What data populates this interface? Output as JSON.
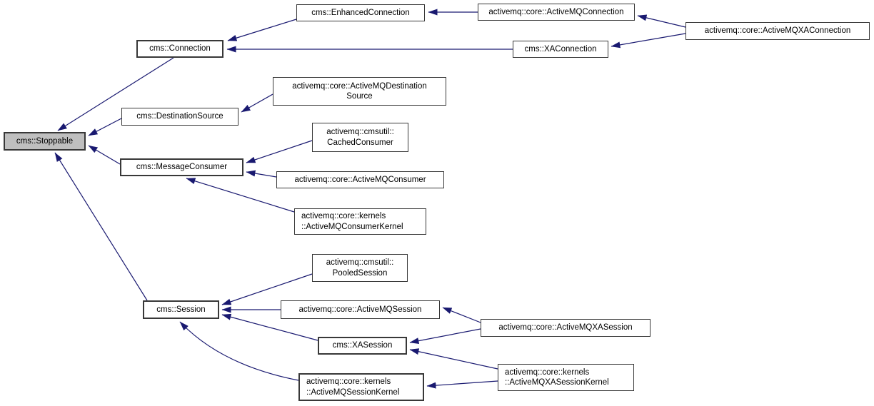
{
  "diagram": {
    "kind": "class-inheritance-graph",
    "root_class": "cms::Stoppable",
    "colors": {
      "arrow": "#191970",
      "node_border": "#383838",
      "highlight_fill": "#bfbfbf",
      "background": "#ffffff"
    },
    "nodes": [
      {
        "id": "stoppable",
        "label": "cms::Stoppable",
        "highlighted": true
      },
      {
        "id": "connection",
        "label": "cms::Connection"
      },
      {
        "id": "enhanced-connection",
        "label": "cms::EnhancedConnection"
      },
      {
        "id": "activemq-connection",
        "label": "activemq::core::ActiveMQConnection"
      },
      {
        "id": "activemq-xa-connection",
        "label": "activemq::core::ActiveMQXAConnection"
      },
      {
        "id": "xa-connection",
        "label": "cms::XAConnection"
      },
      {
        "id": "destination-source",
        "label": "cms::DestinationSource"
      },
      {
        "id": "activemq-dest-source",
        "label": "activemq::core::ActiveMQDestination\nSource"
      },
      {
        "id": "message-consumer",
        "label": "cms::MessageConsumer"
      },
      {
        "id": "cached-consumer",
        "label": "activemq::cmsutil::\nCachedConsumer"
      },
      {
        "id": "activemq-consumer",
        "label": "activemq::core::ActiveMQConsumer"
      },
      {
        "id": "consumer-kernel",
        "label": "activemq::core::kernels\n::ActiveMQConsumerKernel"
      },
      {
        "id": "session",
        "label": "cms::Session"
      },
      {
        "id": "pooled-session",
        "label": "activemq::cmsutil::\nPooledSession"
      },
      {
        "id": "activemq-session",
        "label": "activemq::core::ActiveMQSession"
      },
      {
        "id": "xa-session",
        "label": "cms::XASession"
      },
      {
        "id": "activemq-xa-session",
        "label": "activemq::core::ActiveMQXASession"
      },
      {
        "id": "xa-session-kernel",
        "label": "activemq::core::kernels\n::ActiveMQXASessionKernel"
      },
      {
        "id": "session-kernel",
        "label": "activemq::core::kernels\n::ActiveMQSessionKernel"
      }
    ],
    "edges": [
      {
        "from": "activemq-connection",
        "to": "enhanced-connection"
      },
      {
        "from": "enhanced-connection",
        "to": "connection"
      },
      {
        "from": "xa-connection",
        "to": "connection"
      },
      {
        "from": "activemq-xa-connection",
        "to": "activemq-connection"
      },
      {
        "from": "activemq-xa-connection",
        "to": "xa-connection"
      },
      {
        "from": "connection",
        "to": "stoppable"
      },
      {
        "from": "destination-source",
        "to": "stoppable"
      },
      {
        "from": "message-consumer",
        "to": "stoppable"
      },
      {
        "from": "session",
        "to": "stoppable"
      },
      {
        "from": "activemq-dest-source",
        "to": "destination-source"
      },
      {
        "from": "cached-consumer",
        "to": "message-consumer"
      },
      {
        "from": "activemq-consumer",
        "to": "message-consumer"
      },
      {
        "from": "consumer-kernel",
        "to": "message-consumer"
      },
      {
        "from": "pooled-session",
        "to": "session"
      },
      {
        "from": "activemq-session",
        "to": "session"
      },
      {
        "from": "xa-session",
        "to": "session"
      },
      {
        "from": "session-kernel",
        "to": "session"
      },
      {
        "from": "activemq-xa-session",
        "to": "activemq-session"
      },
      {
        "from": "activemq-xa-session",
        "to": "xa-session"
      },
      {
        "from": "xa-session-kernel",
        "to": "xa-session"
      },
      {
        "from": "xa-session-kernel",
        "to": "session-kernel"
      }
    ]
  }
}
